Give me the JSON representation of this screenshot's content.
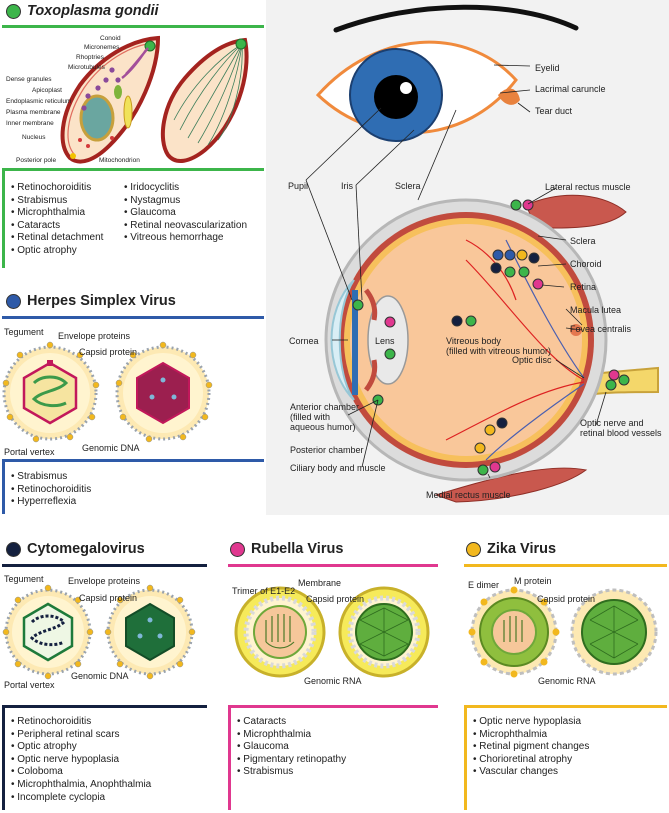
{
  "panels": {
    "toxo": {
      "title": "Toxoplasma gondii",
      "color": "#3cb54a",
      "labels": [
        "Conoid",
        "Micronemes",
        "Rhoptries",
        "Microtubules",
        "Dense granules",
        "Apicoplast",
        "Endoplasmic reticulum",
        "Plasma membrane",
        "Inner membrane",
        "Nucleus",
        "Posterior pole",
        "Mitochondrion"
      ],
      "findings_col1": [
        "Retinochoroiditis",
        "Strabismus",
        "Microphthalmia",
        "Cataracts",
        "Retinal detachment",
        "Optic atrophy"
      ],
      "findings_col2": [
        "Iridocyclitis",
        "Nystagmus",
        "Glaucoma",
        "Retinal neovascularization",
        "Vitreous hemorrhage"
      ]
    },
    "hsv": {
      "title": "Herpes Simplex Virus",
      "color": "#2e5aa8",
      "labels": [
        "Tegument",
        "Envelope proteins",
        "Capsid protein",
        "Portal vertex",
        "Genomic DNA"
      ],
      "findings": [
        "Strabismus",
        "Retinochoroiditis",
        "Hyperreflexia"
      ]
    },
    "cmv": {
      "title": "Cytomegalovirus",
      "color": "#14203f",
      "labels": [
        "Tegument",
        "Envelope proteins",
        "Capsid protein",
        "Portal vertex",
        "Genomic DNA"
      ],
      "findings": [
        "Retinochoroiditis",
        "Peripheral retinal scars",
        "Optic atrophy",
        "Optic nerve hypoplasia",
        "Coloboma",
        "Microphthalmia, Anophthalmia",
        "Incomplete cyclopia"
      ]
    },
    "rubella": {
      "title": "Rubella Virus",
      "color": "#e0388f",
      "labels": [
        "Trimer of E1-E2",
        "Membrane",
        "Capsid protein",
        "Genomic RNA"
      ],
      "findings": [
        "Cataracts",
        "Microphthalmia",
        "Glaucoma",
        "Pigmentary retinopathy",
        "Strabismus"
      ]
    },
    "zika": {
      "title": "Zika Virus",
      "color": "#f2b81e",
      "labels": [
        "E dimer",
        "M protein",
        "Capsid protein",
        "Genomic RNA"
      ],
      "findings": [
        "Optic nerve hypoplasia",
        "Microphthalmia",
        "Retinal pigment changes",
        "Chorioretinal atrophy",
        "Vascular changes"
      ]
    }
  },
  "eye": {
    "labels": {
      "eyelid": "Eyelid",
      "caruncle": "Lacrimal caruncle",
      "tear_duct": "Tear duct",
      "pupil": "Pupil",
      "iris": "Iris",
      "sclera_front": "Sclera",
      "lateral_rectus": "Lateral rectus muscle",
      "sclera_side": "Sclera",
      "choroid": "Choroid",
      "retina": "Retina",
      "macula": "Macula lutea",
      "fovea": "Fovea centralis",
      "cornea": "Cornea",
      "lens": "Lens",
      "vitreous": "Vitreous body\n(filled with vitreous humor)",
      "optic_disc": "Optic disc",
      "anterior_chamber": "Anterior chamber\n(filled with\naqueous humor)",
      "posterior_chamber": "Posterior chamber",
      "ciliary": "Ciliary body and muscle",
      "optic_nerve": "Optic nerve and\nretinal blood vessels",
      "medial_rectus": "Medial rectus muscle"
    }
  },
  "colors": {
    "toxo": "#3cb54a",
    "hsv": "#2e5aa8",
    "cmv": "#14203f",
    "rubella": "#e0388f",
    "zika": "#f2b81e",
    "iris": "#2f6db3",
    "vitreous": "#f9c79a",
    "sclera": "#d9d9d9",
    "muscle": "#c9584e",
    "eye_bg": "#f2f2f2"
  }
}
